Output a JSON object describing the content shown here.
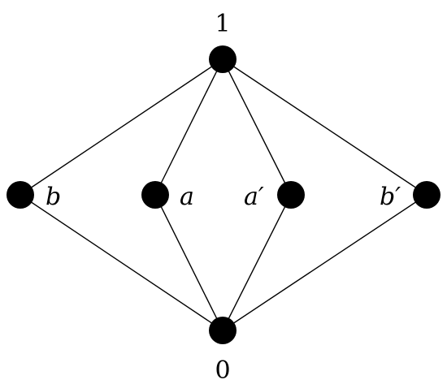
{
  "nodes": [
    {
      "id": "top",
      "label": "1"
    },
    {
      "id": "b",
      "label": "b"
    },
    {
      "id": "a",
      "label": "a"
    },
    {
      "id": "aprime",
      "label": "a′"
    },
    {
      "id": "bprime",
      "label": "b′"
    },
    {
      "id": "bottom",
      "label": "0"
    }
  ],
  "edges": [
    [
      "top",
      "b"
    ],
    [
      "top",
      "a"
    ],
    [
      "top",
      "aprime"
    ],
    [
      "top",
      "bprime"
    ],
    [
      "bottom",
      "b"
    ],
    [
      "bottom",
      "a"
    ],
    [
      "bottom",
      "aprime"
    ],
    [
      "bottom",
      "bprime"
    ]
  ],
  "colors": {
    "node": "#000000",
    "edge": "#000000",
    "background": "#ffffff"
  }
}
